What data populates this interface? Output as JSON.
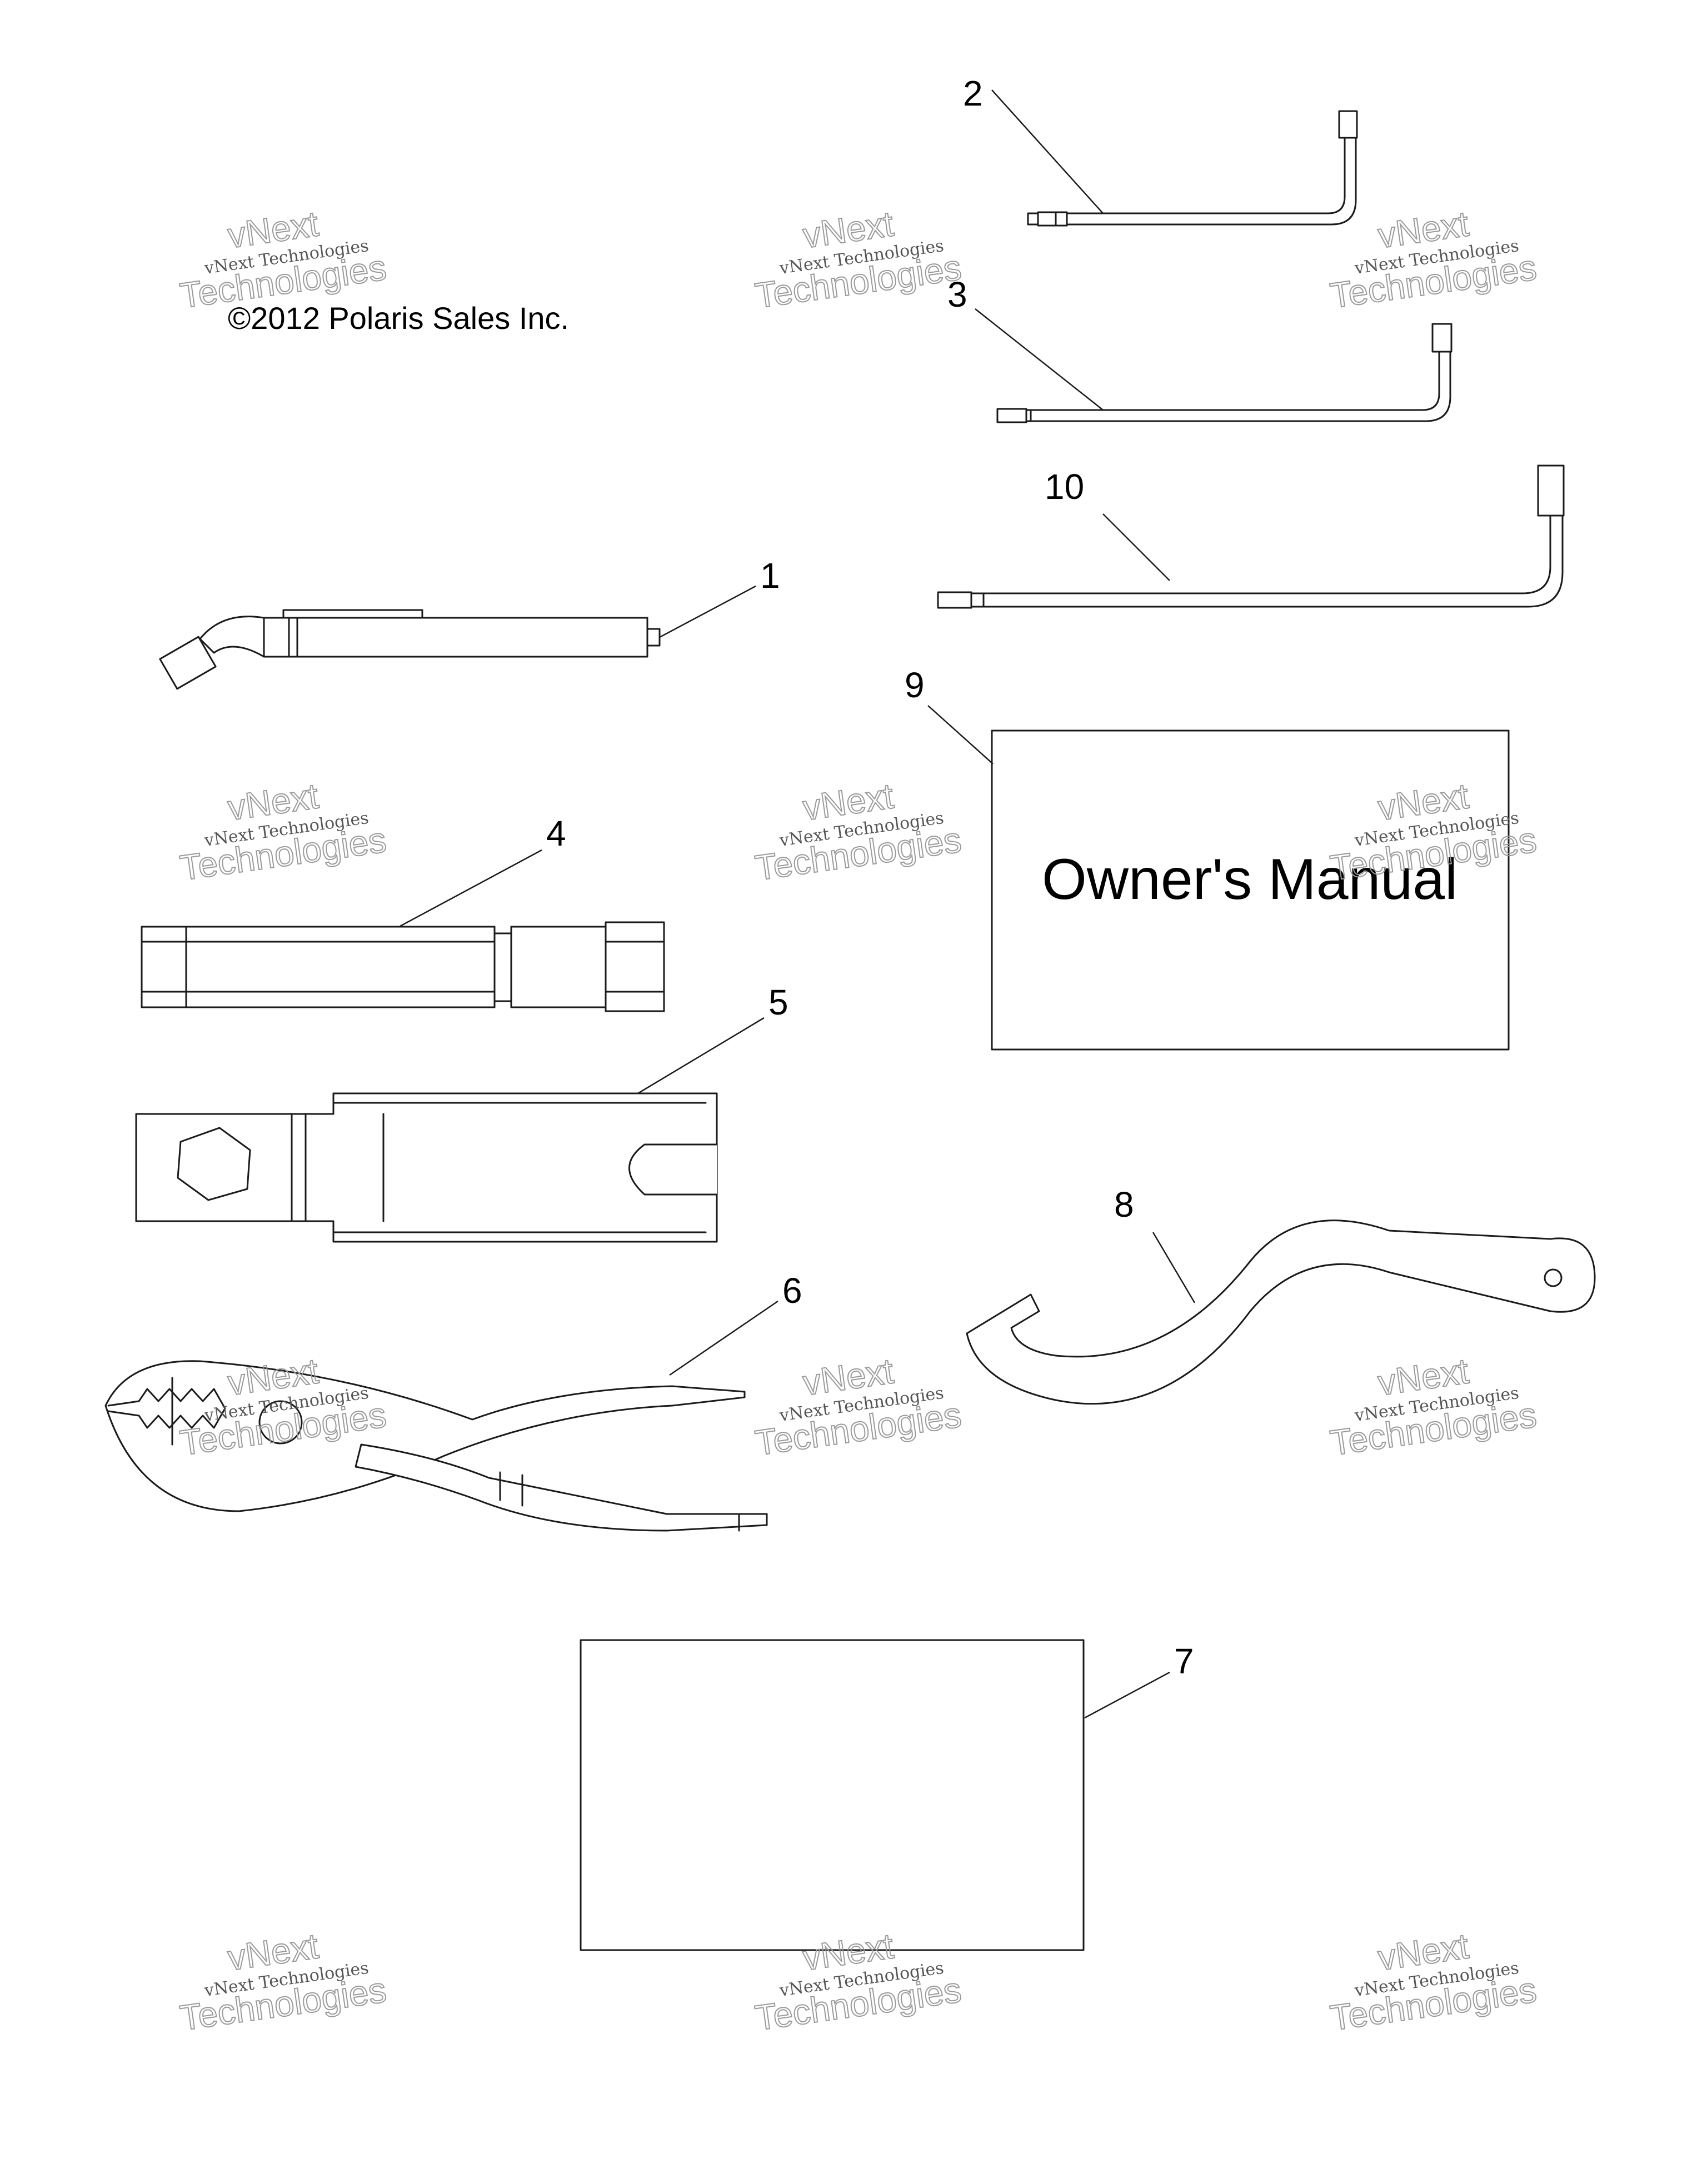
{
  "copyright": "©2012 Polaris Sales Inc.",
  "watermark": {
    "line1": "vNext Technologies",
    "line2": "vNext",
    "line3": "Technologies"
  },
  "owners_manual": {
    "title": "Owner's Manual"
  },
  "callouts": {
    "c1": "1",
    "c2": "2",
    "c3": "3",
    "c4": "4",
    "c5": "5",
    "c6": "6",
    "c7": "7",
    "c8": "8",
    "c9": "9",
    "c10": "10"
  }
}
